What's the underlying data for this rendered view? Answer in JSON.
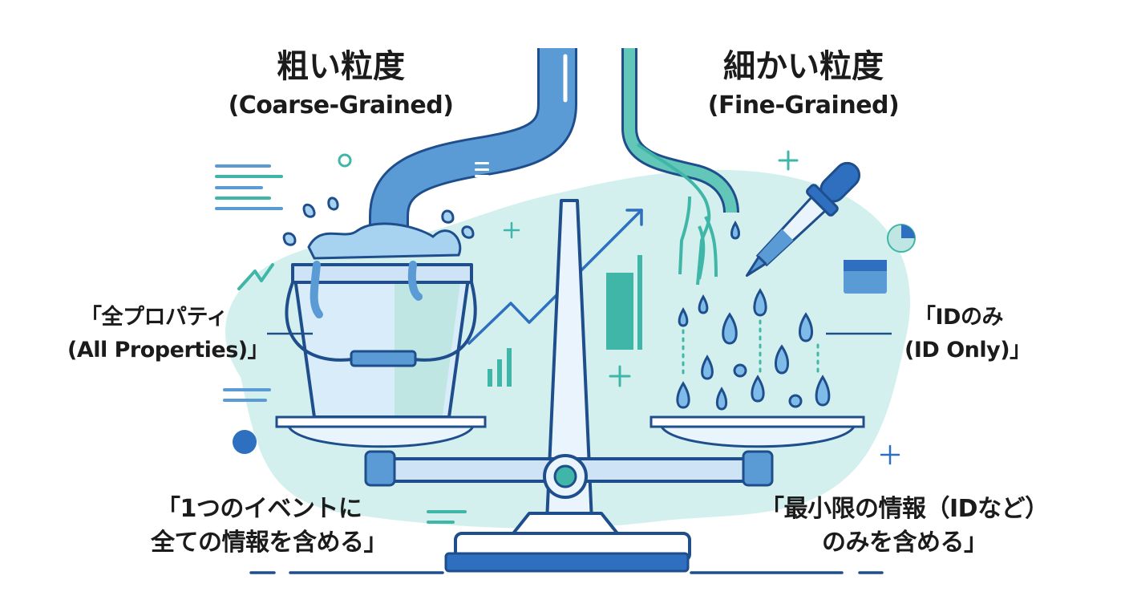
{
  "coarse": {
    "title_ja": "粗い粒度",
    "title_en": "(Coarse-Grained)",
    "label_line1": "「全プロパティ",
    "label_line2": "(All Properties)」",
    "caption_line1": "「1つのイベントに",
    "caption_line2": "全ての情報を含める」"
  },
  "fine": {
    "title_ja": "細かい粒度",
    "title_en": "(Fine-Grained)",
    "label_line1": "「IDのみ",
    "label_line2": "(ID Only)」",
    "caption_line1": "「最小限の情報（IDなど）",
    "caption_line2": "のみを含める」"
  },
  "colors": {
    "navy": "#1f4e8c",
    "blue": "#5b9bd5",
    "light_blue": "#cfe3f6",
    "teal": "#3fb6a8",
    "mint_bg": "#d4f0ee"
  },
  "icons": [
    "pipe-icon",
    "bucket-icon",
    "scale-icon",
    "dropper-icon",
    "water-drop-icon",
    "bar-chart-icon",
    "trend-arrow-icon",
    "pie-chart-icon",
    "plus-icon"
  ]
}
